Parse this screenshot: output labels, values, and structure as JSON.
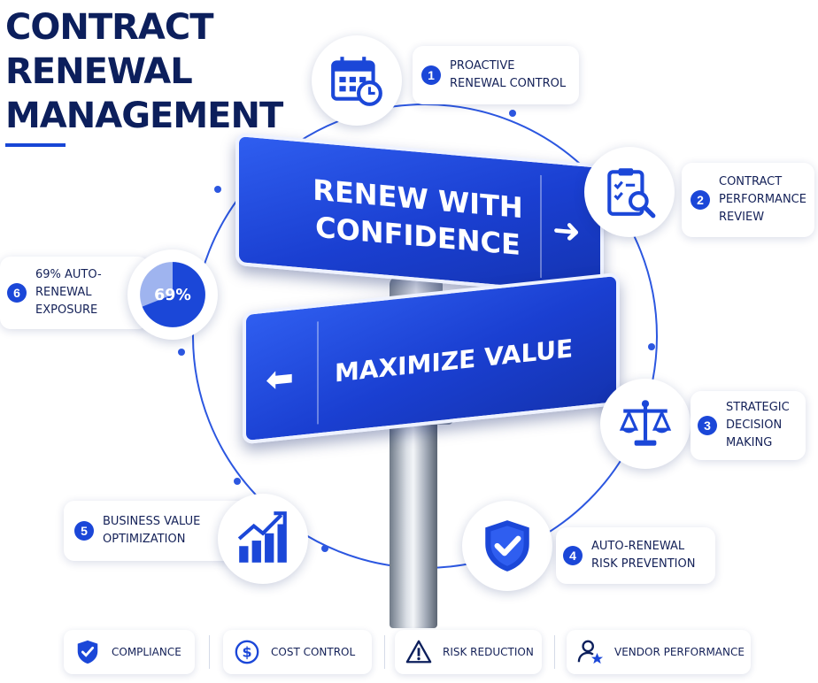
{
  "title": {
    "line1": "CONTRACT",
    "line2": "RENEWAL",
    "line3": "MANAGEMENT"
  },
  "signs": {
    "top": {
      "line1": "RENEW WITH",
      "line2": "CONFIDENCE",
      "arrow": "➜"
    },
    "bottom": {
      "text": "MAXIMIZE VALUE",
      "arrow": "⬅"
    }
  },
  "steps": [
    {
      "number": "1",
      "line1": "PROACTIVE",
      "line2": "RENEWAL CONTROL",
      "icon": "calendar-clock-icon"
    },
    {
      "number": "2",
      "line1": "CONTRACT",
      "line2": "PERFORMANCE",
      "line3": "REVIEW",
      "icon": "clipboard-search-icon"
    },
    {
      "number": "3",
      "line1": "STRATEGIC",
      "line2": "DECISION",
      "line3": "MAKING",
      "icon": "scales-icon"
    },
    {
      "number": "4",
      "line1": "AUTO-RENEWAL",
      "line2": "RISK PREVENTION",
      "icon": "shield-check-icon"
    },
    {
      "number": "5",
      "line1": "BUSINESS VALUE",
      "line2": "OPTIMIZATION",
      "icon": "growth-chart-icon"
    },
    {
      "number": "6",
      "line1": "69% AUTO-",
      "line2": "RENEWAL",
      "line3": "EXPOSURE",
      "icon": "pie-chart-icon"
    }
  ],
  "pie": {
    "label": "69%",
    "value": 0.69
  },
  "bottom_bar": [
    {
      "label": "COMPLIANCE",
      "icon": "shield-check-icon"
    },
    {
      "label": "COST CONTROL",
      "icon": "dollar-circle-icon"
    },
    {
      "label": "RISK REDUCTION",
      "icon": "warning-triangle-icon"
    },
    {
      "label": "VENDOR PERFORMANCE",
      "icon": "user-star-icon"
    }
  ],
  "colors": {
    "primary": "#1b47d8",
    "navy": "#0c1f5c",
    "ring": "#2c57e0"
  }
}
